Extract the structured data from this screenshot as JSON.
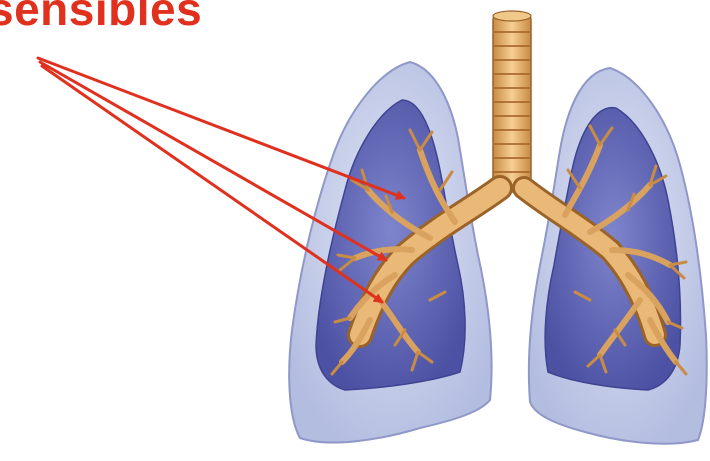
{
  "diagram": {
    "heading_text": "sensibles",
    "colors": {
      "heading": "#e0301e",
      "arrow": "#e0301e",
      "pleura": "#c5cde8",
      "lung_tissue": "#6a6fb8",
      "lung_tissue_dark": "#4a4ea0",
      "airway": "#e8b36a",
      "airway_dark": "#b67a35"
    },
    "icons": [
      "lungs-illustration",
      "trachea",
      "bronchial-tree",
      "pointer-arrow"
    ]
  }
}
